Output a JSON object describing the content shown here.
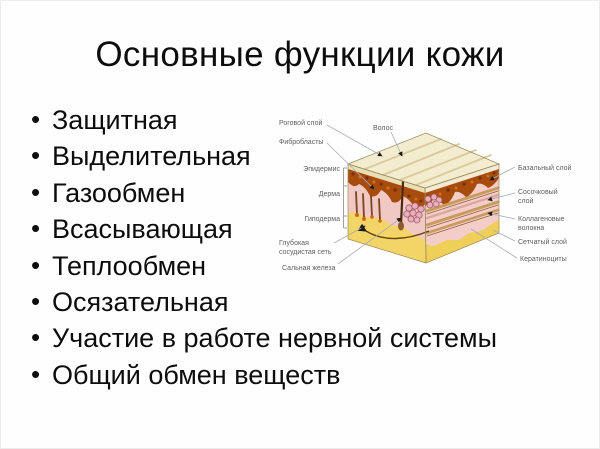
{
  "slide": {
    "title": "Основные функции кожи"
  },
  "list": {
    "bullet_char": "•",
    "items": [
      "Защитная",
      "Выделительная",
      "Газообмен",
      "Всасывающая",
      "Теплообмен",
      "Осязательная",
      "Участие в работе нервной системы",
      "Общий обмен веществ"
    ]
  },
  "diagram": {
    "labels": {
      "rogovoy": "Роговой слой",
      "fibroblasty": "Фибробласты",
      "volos": "Волос",
      "epidermis": "Эпидермис",
      "derma": "Дерма",
      "gipoderma": "Гиподерма",
      "glubokaya": [
        "Глубокая",
        "сосудистая сеть"
      ],
      "salnaya": "Сальная железа",
      "bazalny": "Базальный слой",
      "sosochkovy": [
        "Сосочковый",
        "слой"
      ],
      "kollagen": [
        "Коллагеновые",
        "волокна"
      ],
      "setchaty": "Сетчатый слой",
      "keratinocity": "Кератиноциты"
    },
    "colors": {
      "surface_cream": "#f3ecce",
      "epidermis_dark": "#a84c0e",
      "dermis_pink": "#f2c8c4",
      "hypodermis_yellow": "#f2d566",
      "collagen_tan": "#c79a5e",
      "label_text": "#5f5f5f"
    }
  }
}
